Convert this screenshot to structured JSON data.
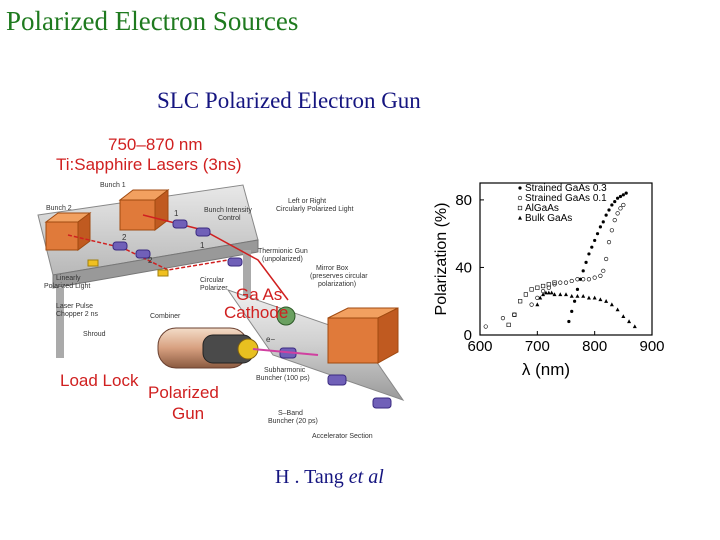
{
  "slide": {
    "title": "Polarized Electron Sources",
    "subtitle": "SLC Polarized Electron Gun",
    "credit_name": "H . Tang ",
    "credit_etal": "et al"
  },
  "diagram": {
    "laser_range": "750–870 nm",
    "laser_type": "Ti:Sapphire Lasers (3ns)",
    "bunch1": "Bunch 1",
    "bunch2": "Bunch 2",
    "left_right_1": "Left or Right",
    "left_right_2": "Circularly Polarized Light",
    "bunch_intensity_1": "Bunch Intensity",
    "bunch_intensity_2": "Control",
    "thermionic_1": "Thermionic Gun",
    "thermionic_2": "(unpolarized)",
    "linear_1": "Linearly",
    "linear_2": "Polarized Light",
    "circular_pol_1": "Circular",
    "circular_pol_2": "Polarizer",
    "mirror_1": "Mirror Box",
    "mirror_2": "(preserves circular",
    "mirror_3": "polarization)",
    "gaas_1": "Ga As",
    "gaas_2": "Cathode",
    "laser_pulse_1": "Laser Pulse",
    "laser_pulse_2": "Chopper 2 ns",
    "combiner": "Combiner",
    "shroud": "Shroud",
    "electron": "e−",
    "load_lock": "Load Lock",
    "pol_gun_1": "Polarized",
    "pol_gun_2": "Gun",
    "subharm_1": "Subharmonic",
    "subharm_2": "Buncher (100 ps)",
    "sband_1": "S–Band",
    "sband_2": "Buncher (20 ps)",
    "accel": "Accelerator Section",
    "num1": "1",
    "num2": "2"
  },
  "chart_data": {
    "type": "scatter",
    "ylabel": "Polarization (%)",
    "xlabel": "λ (nm)",
    "xticks": [
      "600",
      "700",
      "800",
      "900"
    ],
    "yticks": [
      "0",
      "40",
      "80"
    ],
    "xlim": [
      600,
      900
    ],
    "ylim": [
      0,
      90
    ],
    "legend_position": "top-right",
    "series": [
      {
        "name": "Strained GaAs 0.3",
        "marker": "filled-circle",
        "x": [
          755,
          760,
          765,
          770,
          775,
          780,
          785,
          790,
          795,
          800,
          805,
          810,
          815,
          820,
          825,
          830,
          835,
          840,
          845,
          850,
          855
        ],
        "y": [
          8,
          14,
          20,
          27,
          33,
          38,
          43,
          48,
          52,
          56,
          60,
          64,
          67,
          71,
          74,
          77,
          79,
          81,
          82,
          83,
          84
        ]
      },
      {
        "name": "Strained GaAs 0.1",
        "marker": "open-circle",
        "x": [
          610,
          640,
          660,
          690,
          700,
          710,
          720,
          730,
          740,
          750,
          760,
          770,
          780,
          790,
          800,
          810,
          815,
          820,
          825,
          830,
          835,
          840,
          845,
          850
        ],
        "y": [
          5,
          10,
          12,
          18,
          22,
          26,
          28,
          30,
          31,
          31,
          32,
          33,
          33,
          33,
          34,
          35,
          38,
          45,
          55,
          62,
          68,
          72,
          75,
          77
        ]
      },
      {
        "name": "AlGaAs",
        "marker": "open-square",
        "x": [
          650,
          660,
          670,
          680,
          690,
          700,
          710,
          720,
          730
        ],
        "y": [
          6,
          12,
          20,
          24,
          27,
          28,
          29,
          30,
          31
        ]
      },
      {
        "name": "Bulk GaAs",
        "marker": "filled-triangle",
        "x": [
          700,
          705,
          710,
          715,
          720,
          725,
          730,
          740,
          750,
          760,
          770,
          780,
          790,
          800,
          810,
          820,
          830,
          840,
          850,
          860,
          870
        ],
        "y": [
          18,
          22,
          24,
          25,
          25,
          25,
          24,
          24,
          24,
          23,
          23,
          23,
          22,
          22,
          21,
          20,
          18,
          15,
          11,
          8,
          5
        ]
      }
    ]
  }
}
